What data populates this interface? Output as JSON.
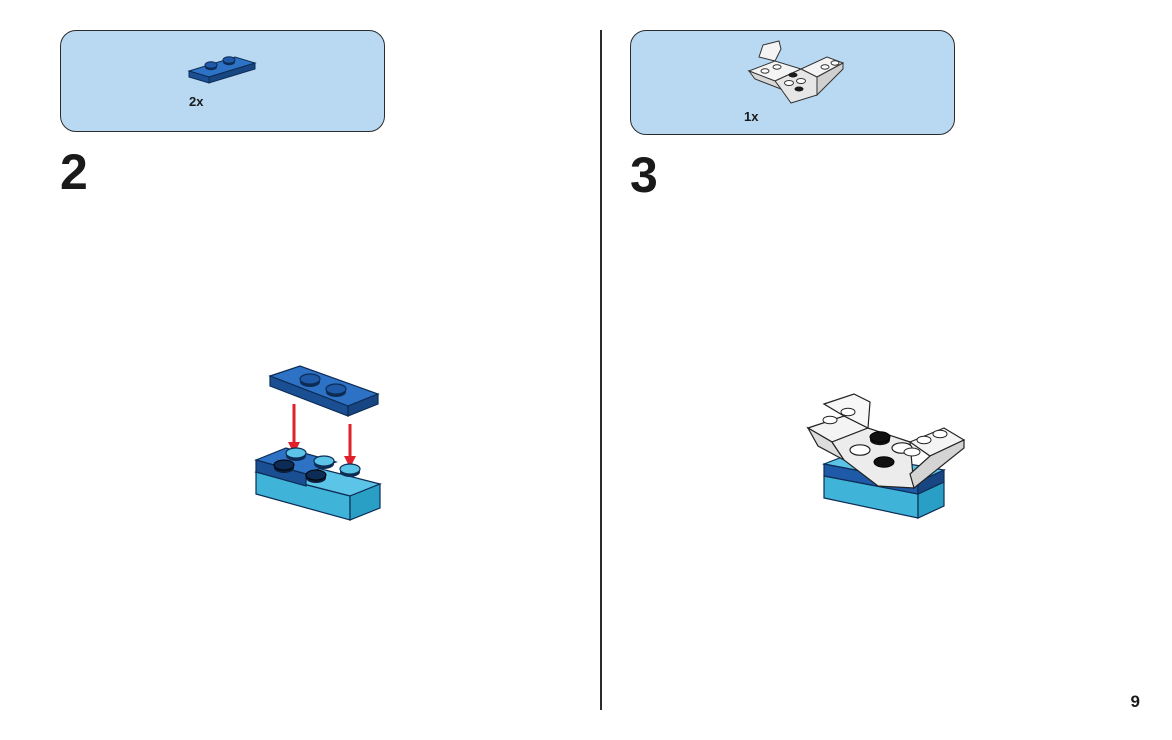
{
  "page": {
    "number": "9"
  },
  "steps": [
    {
      "number": "2",
      "parts": [
        {
          "quantity": "2x",
          "icon": "blue-plate-1x2-icon",
          "color": "#1e5aa8"
        }
      ],
      "illustration": "attach-blue-plates-icon"
    },
    {
      "number": "3",
      "parts": [
        {
          "quantity": "1x",
          "icon": "white-inverted-slope-icon",
          "color": "#f2f2f2"
        }
      ],
      "illustration": "attach-white-slope-icon"
    }
  ],
  "colors": {
    "parts_box_bg": "#b9d9f2",
    "dark_blue": "#1e5aa8",
    "medium_azure": "#3fb4d8",
    "arrow_red": "#e0202a",
    "white_brick": "#f2f2f2"
  }
}
